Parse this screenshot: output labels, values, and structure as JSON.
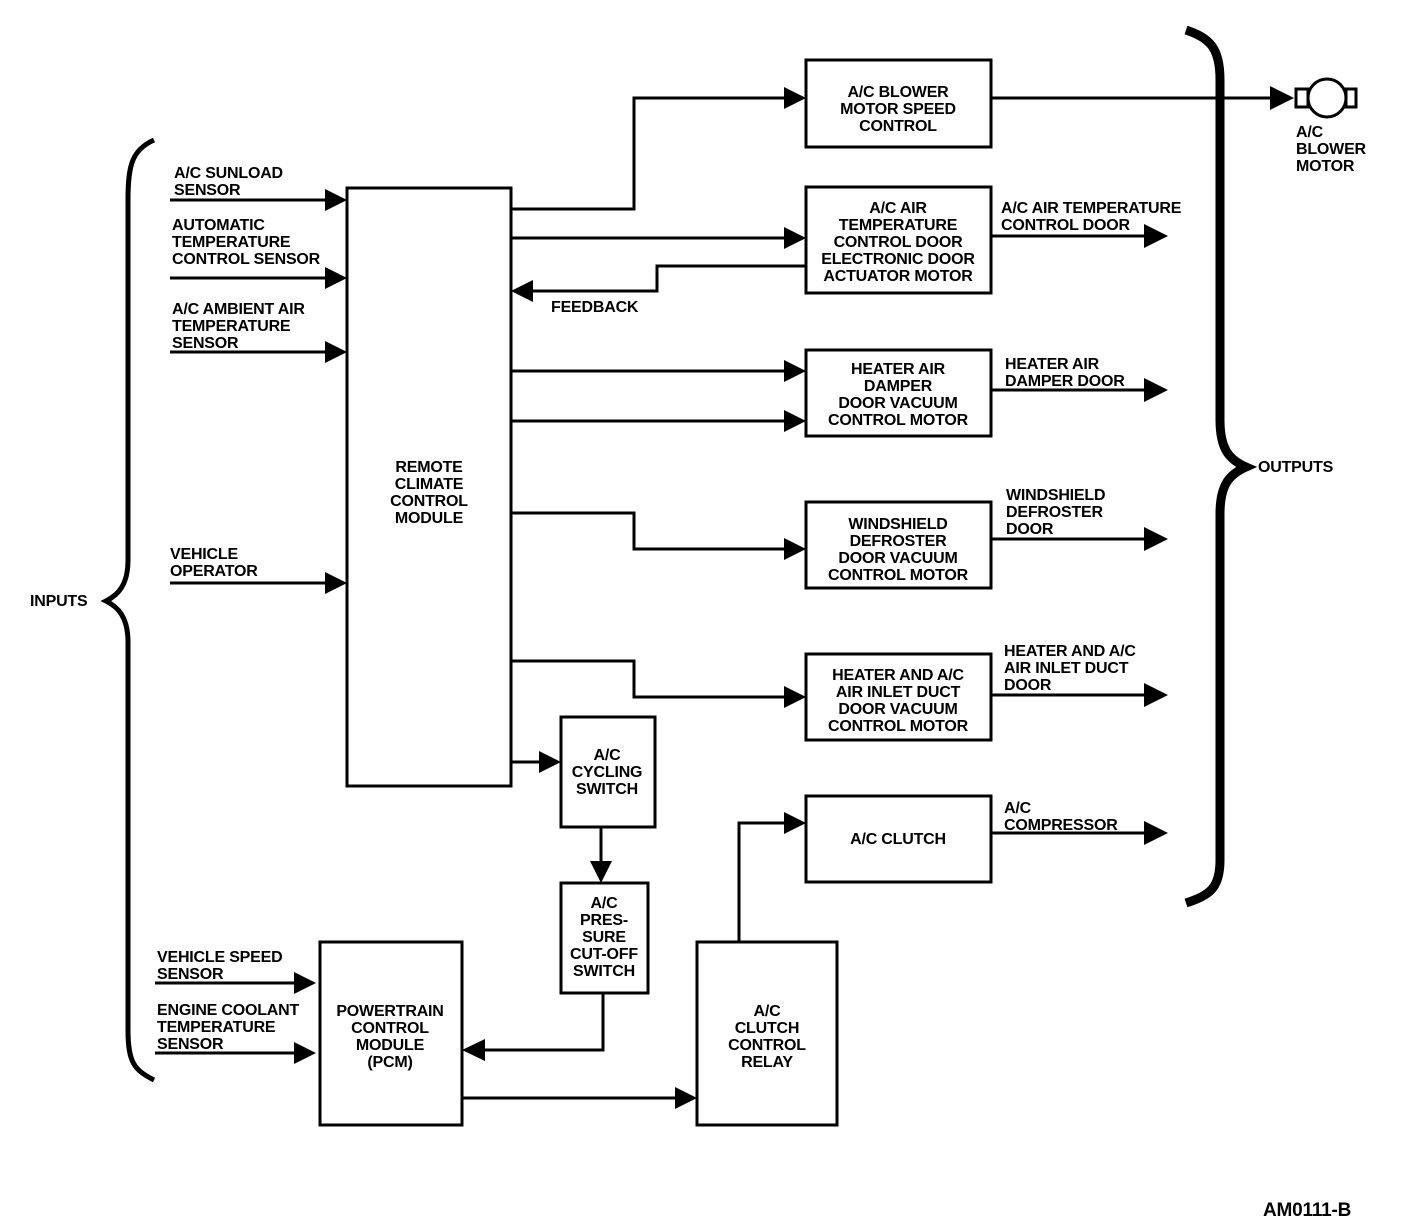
{
  "labels": {
    "inputs": "INPUTS",
    "outputs": "OUTPUTS",
    "feedback": "FEEDBACK",
    "figure_id": "AM0111-B"
  },
  "input_labels": [
    [
      "A/C SUNLOAD",
      "SENSOR"
    ],
    [
      "AUTOMATIC",
      "TEMPERATURE",
      "CONTROL SENSOR"
    ],
    [
      "A/C AMBIENT AIR",
      "TEMPERATURE",
      "SENSOR"
    ],
    [
      "VEHICLE",
      "OPERATOR"
    ],
    [
      "VEHICLE SPEED",
      "SENSOR"
    ],
    [
      "ENGINE COOLANT",
      "TEMPERATURE",
      "SENSOR"
    ]
  ],
  "boxes": {
    "remote_climate_control_module": [
      "REMOTE",
      "CLIMATE",
      "CONTROL",
      "MODULE"
    ],
    "blower_motor_speed_control": [
      "A/C BLOWER",
      "MOTOR SPEED",
      "CONTROL"
    ],
    "temp_door_actuator": [
      "A/C AIR",
      "TEMPERATURE",
      "CONTROL DOOR",
      "ELECTRONIC DOOR",
      "ACTUATOR MOTOR"
    ],
    "heater_damper_motor": [
      "HEATER AIR",
      "DAMPER",
      "DOOR VACUUM",
      "CONTROL MOTOR"
    ],
    "windshield_defroster_motor": [
      "WINDSHIELD",
      "DEFROSTER",
      "DOOR VACUUM",
      "CONTROL MOTOR"
    ],
    "air_inlet_duct_motor": [
      "HEATER AND A/C",
      "AIR INLET DUCT",
      "DOOR VACUUM",
      "CONTROL MOTOR"
    ],
    "ac_clutch": [
      "A/C CLUTCH"
    ],
    "ac_cycling_switch": [
      "A/C",
      "CYCLING",
      "SWITCH"
    ],
    "ac_pressure_cutoff_switch": [
      "A/C",
      "PRES-",
      "SURE",
      "CUT-OFF",
      "SWITCH"
    ],
    "powertrain_control_module": [
      "POWERTRAIN",
      "CONTROL",
      "MODULE",
      "(PCM)"
    ],
    "ac_clutch_control_relay": [
      "A/C",
      "CLUTCH",
      "CONTROL",
      "RELAY"
    ]
  },
  "output_labels": {
    "blower_motor": [
      "A/C",
      "BLOWER",
      "MOTOR"
    ],
    "temp_door": [
      "A/C AIR TEMPERATURE",
      "CONTROL DOOR"
    ],
    "damper_door": [
      "HEATER AIR",
      "DAMPER DOOR"
    ],
    "defroster_door": [
      "WINDSHIELD",
      "DEFROSTER",
      "DOOR"
    ],
    "inlet_duct_door": [
      "HEATER AND A/C",
      "AIR INLET DUCT",
      "DOOR"
    ],
    "compressor": [
      "A/C",
      "COMPRESSOR"
    ]
  },
  "icons": {
    "blower_motor": "motor-icon"
  }
}
